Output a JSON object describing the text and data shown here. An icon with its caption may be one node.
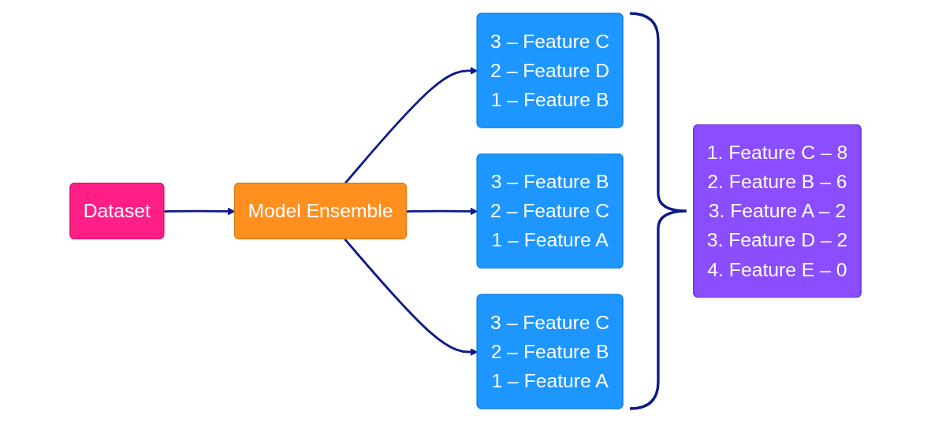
{
  "diagram": {
    "nodes": [
      {
        "text": [
          "Dataset"
        ]
      },
      {
        "text": [
          "Model Ensemble"
        ]
      },
      {
        "text": [
          "3 – Feature C",
          "2 – Feature D",
          "1 – Feature B"
        ]
      },
      {
        "text": [
          "3 – Feature B",
          "2 – Feature C",
          "1 – Feature A"
        ]
      },
      {
        "text": [
          "3 – Feature C",
          "2 – Feature B",
          "1 – Feature A"
        ]
      },
      {
        "text": [
          "1.  Feature C – 8",
          "2.  Feature B – 6",
          "3.  Feature A – 2",
          "3.  Feature D – 2",
          "4.  Feature E – 0"
        ]
      }
    ],
    "edges": [
      {
        "from": 0,
        "to": 1,
        "arrow": "to"
      },
      {
        "from": 1,
        "to": 2,
        "arrow": "to"
      },
      {
        "from": 1,
        "to": 3,
        "arrow": "to"
      },
      {
        "from": 1,
        "to": 4,
        "arrow": "to"
      }
    ]
  }
}
